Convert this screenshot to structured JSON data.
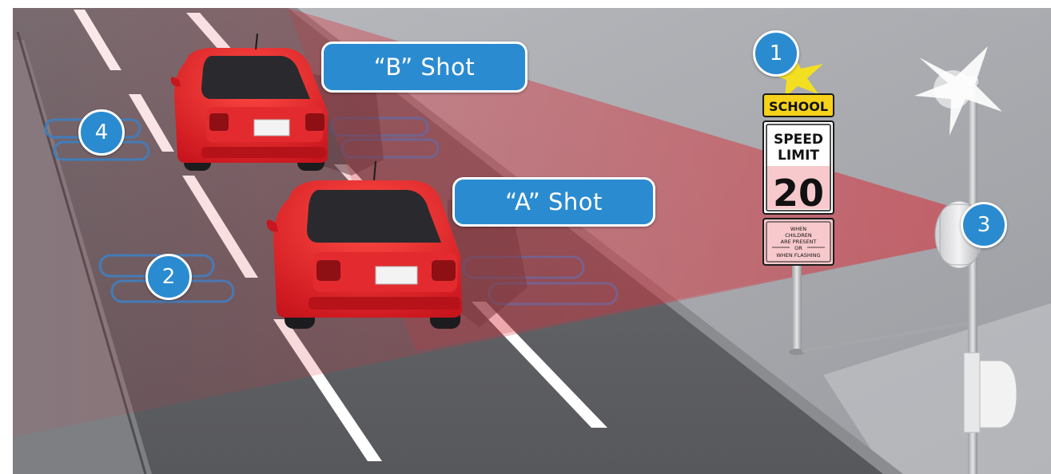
{
  "labels": {
    "b_shot": "“B” Shot",
    "a_shot": "“A” Shot"
  },
  "badges": {
    "one": "1",
    "two": "2",
    "three": "3",
    "four": "4"
  },
  "sign": {
    "school": "SCHOOL",
    "speed": "SPEED",
    "limit": "LIMIT",
    "value": "20",
    "when_lines": [
      "WHEN",
      "CHILDREN",
      "ARE PRESENT",
      "OR",
      "WHEN FLASHING"
    ]
  },
  "colors": {
    "accent_blue": "#2b8bd0",
    "car_red": "#e8242b",
    "beam_red": "#d32f3a",
    "loop_blue": "#2f86c9",
    "school_yellow": "#f6d21a",
    "flash_yellow": "#f7e11a",
    "sign_pink": "#f7c9cc"
  }
}
